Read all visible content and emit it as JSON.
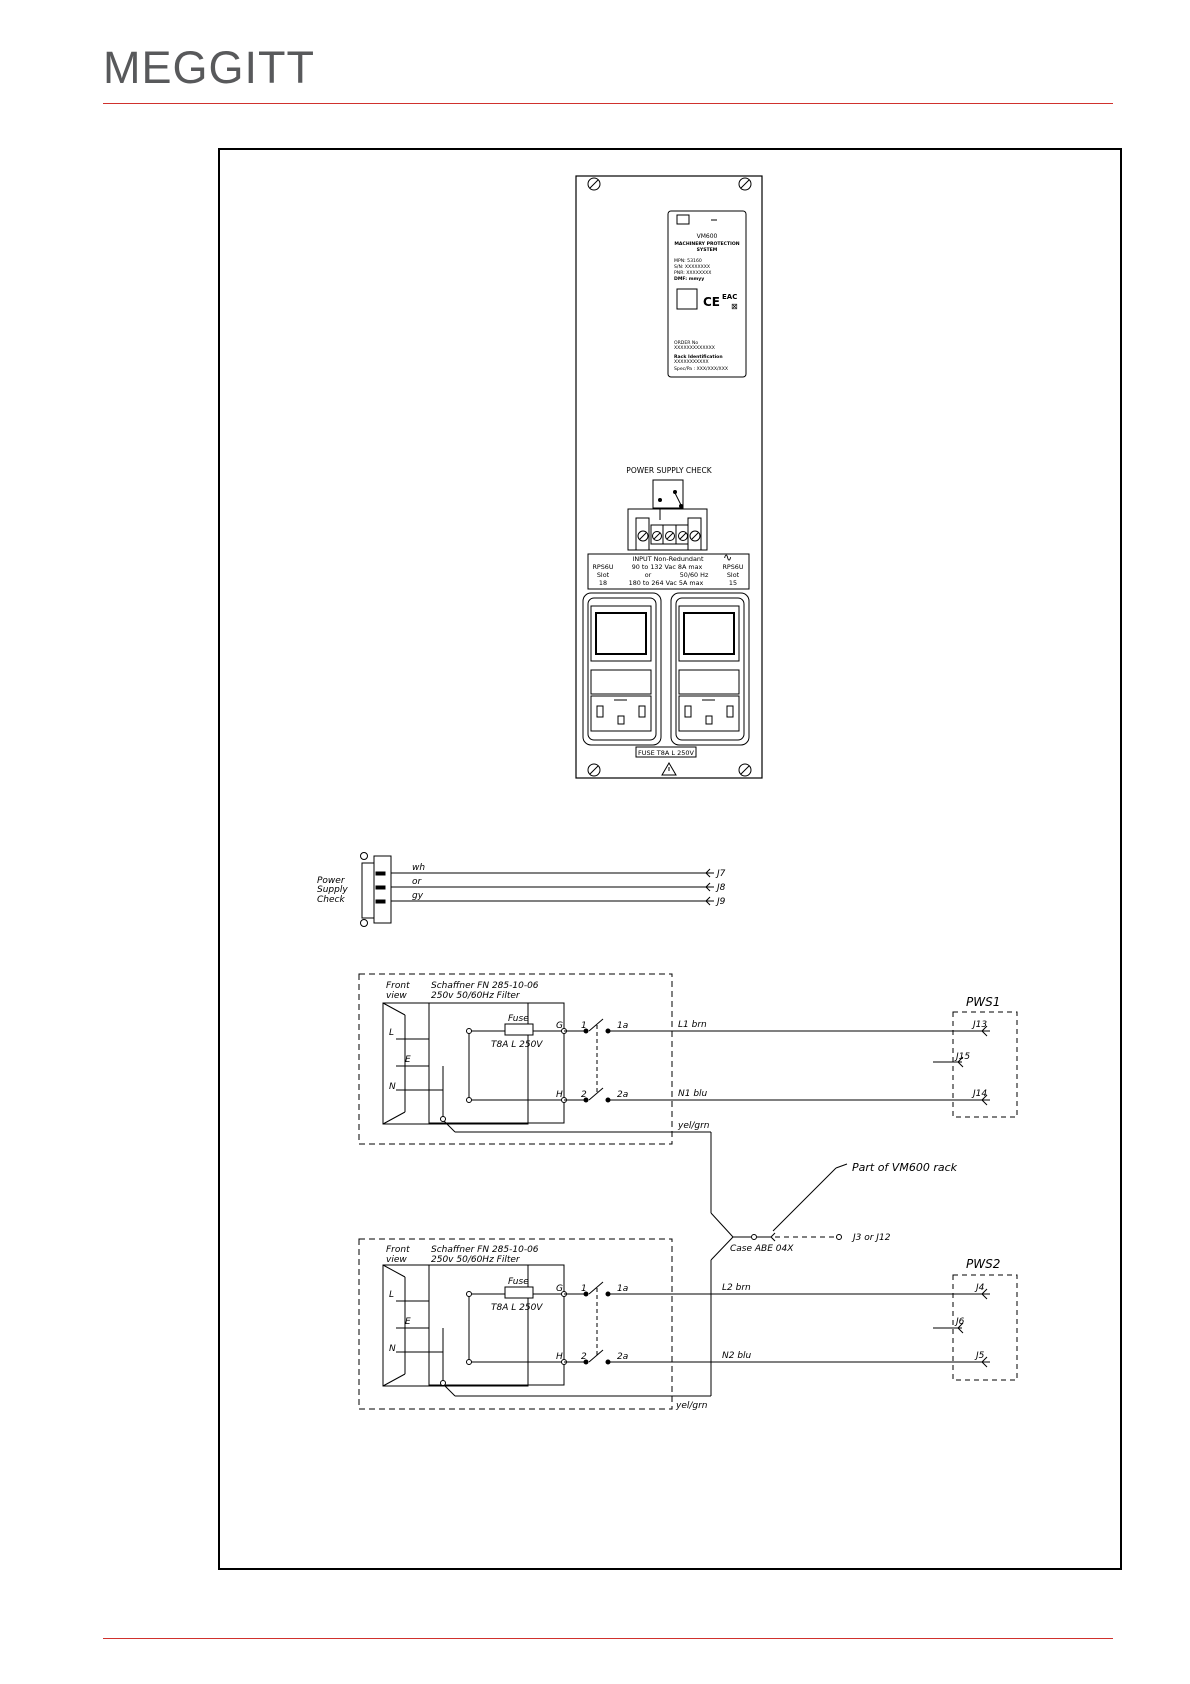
{
  "header": {
    "logo_text": "MEGGITT"
  },
  "panel": {
    "label": {
      "name": "VM600",
      "line1": "MACHINERY PROTECTION",
      "line2": "SYSTEM",
      "mpn": "MPN: 53160",
      "sn": "S/N: XXXXXXXX",
      "pnr": "PNR: XXXXXXXX",
      "dmf": "DMF: mmyy",
      "order_no": "ORDER No",
      "order_val": "XXXXXXXXXXXXX",
      "rack_id": "Rack Identification",
      "rack_val": "XXXXXXXXXXX",
      "spec": "Spec/Pa : XXX/XXX/XXX"
    },
    "power_supply_check": "POWER SUPPLY CHECK",
    "input": {
      "title": "INPUT Non-Redundant",
      "rps_left": "RPS6U",
      "slot_left": "Slot",
      "slot_left_num": "18",
      "rps_right": "RPS6U",
      "slot_right": "Slot",
      "slot_right_num": "15",
      "v1": "90  to  132 Vac   8A max",
      "v_or": "or",
      "hz": "50/60 Hz",
      "v2": "180  to  264 Vac  5A max"
    },
    "fuse_label": "FUSE T8A L 250V"
  },
  "connector": {
    "title": [
      "Power",
      "Supply",
      "Check"
    ],
    "wires": [
      {
        "color": "wh",
        "terminal": "J7"
      },
      {
        "color": "or",
        "terminal": "J8"
      },
      {
        "color": "gy",
        "terminal": "J9"
      }
    ]
  },
  "filters": [
    {
      "front": [
        "Front",
        "view"
      ],
      "model": "Schaffner FN 285-10-06",
      "spec": "250v 50/60Hz Filter",
      "pins": [
        "L",
        "E",
        "N"
      ],
      "fuse": "Fuse",
      "fuse_rating": "T8A L 250V",
      "g": "G",
      "h": "H",
      "sw": [
        "1",
        "1a",
        "2",
        "2a"
      ],
      "line": "L1 brn",
      "neutral": "N1 blu",
      "earth": "yel/grn",
      "pws": "PWS1",
      "jacks": [
        "J13",
        "J15",
        "J14"
      ]
    },
    {
      "front": [
        "Front",
        "view"
      ],
      "model": "Schaffner FN 285-10-06",
      "spec": "250v 50/60Hz Filter",
      "pins": [
        "L",
        "E",
        "N"
      ],
      "fuse": "Fuse",
      "fuse_rating": "T8A L 250V",
      "g": "G",
      "h": "H",
      "sw": [
        "1",
        "1a",
        "2",
        "2a"
      ],
      "line": "L2 brn",
      "neutral": "N2 blu",
      "earth": "yel/grn",
      "pws": "PWS2",
      "jacks": [
        "J4",
        "J6",
        "J5"
      ]
    }
  ],
  "rack": {
    "part_label": "Part of VM600 rack",
    "case": "Case ABE 04X",
    "jack": "J3 or J12"
  }
}
